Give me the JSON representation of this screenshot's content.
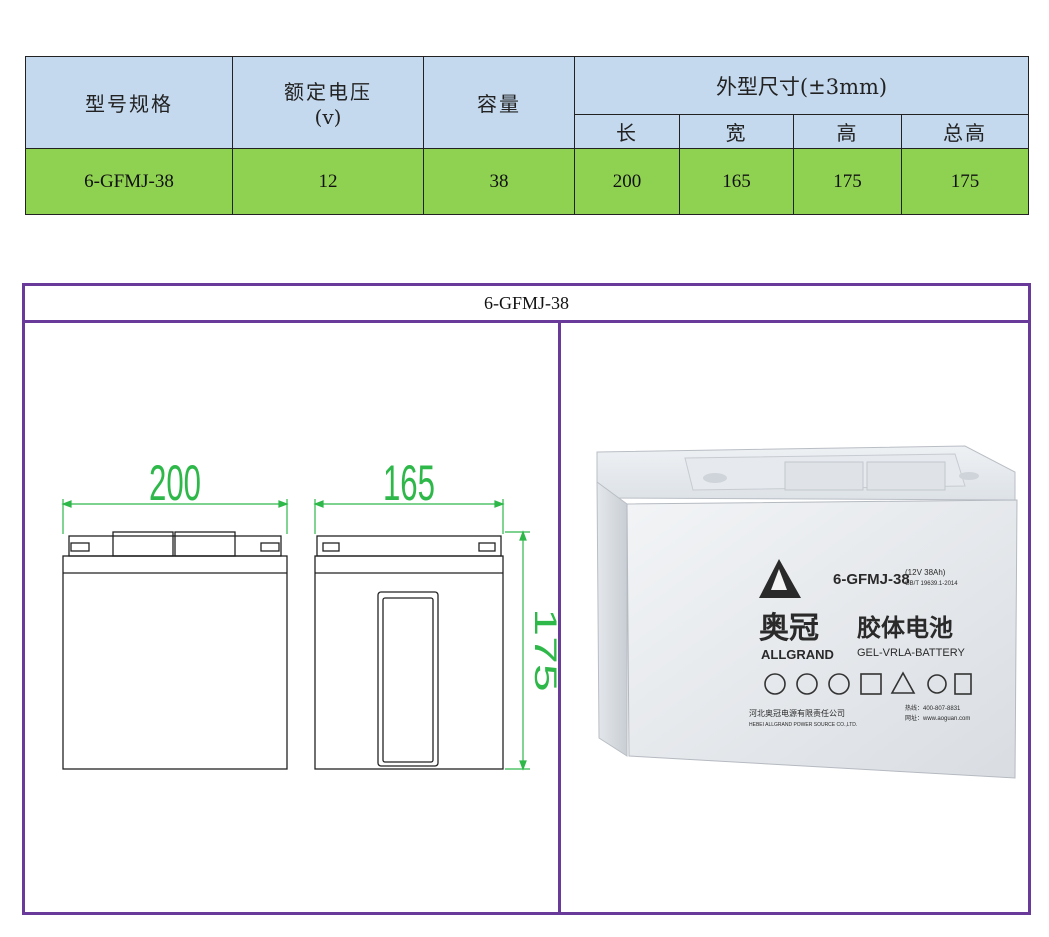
{
  "table": {
    "headers": {
      "model": "型号规格",
      "voltage_line1": "额定电压",
      "voltage_line2": "(v)",
      "capacity": "容量",
      "dimensions": "外型尺寸(±3mm)",
      "length": "长",
      "width": "宽",
      "height": "高",
      "total_height": "总高"
    },
    "row": {
      "model": "6-GFMJ-38",
      "voltage": "12",
      "capacity": "38",
      "length": "200",
      "width": "165",
      "height": "175",
      "total_height": "175"
    },
    "colors": {
      "header_bg": "#c4d8ee",
      "value_bg": "#8fd151"
    }
  },
  "panel": {
    "title": "6-GFMJ-38",
    "border_color": "#6a3a9a",
    "drawing": {
      "front_dimension": "200",
      "side_dimension": "165",
      "height_dimension": "175",
      "dimension_color": "#2fb84a"
    },
    "product_label": {
      "brand_cn": "奥冠",
      "brand_en": "ALLGRAND",
      "product_cn": "胶体电池",
      "product_en": "GEL-VRLA-BATTERY",
      "model": "6-GFMJ-38",
      "rating": "(12V 38Ah)",
      "standard": "GB/T 19639.1-2014",
      "maker_cn": "河北奥冠电源有限责任公司",
      "maker_en": "HEBEI ALLGRAND POWER SOURCE CO.,LTD.",
      "hotline": "热线：400-807-8831",
      "website": "网址：www.aoguan.com"
    }
  }
}
